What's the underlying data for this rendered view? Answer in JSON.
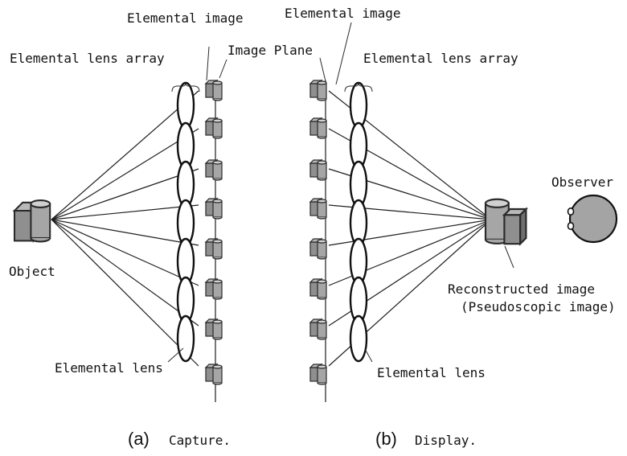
{
  "labels": {
    "capture_elemental_image": "Elemental image",
    "capture_lens_array": "Elemental lens array",
    "capture_image_plane": "Image Plane",
    "display_elemental_image": "Elemental image",
    "display_lens_array": "Elemental lens array",
    "observer": "Observer",
    "object": "Object",
    "capture_elemental_lens": "Elemental lens",
    "display_elemental_lens": "Elemental lens",
    "reconstructed_line1": "Reconstructed image",
    "reconstructed_line2": "(Pseudoscopic image)"
  },
  "captions": {
    "capture_marker": "(a)",
    "capture_word": "Capture.",
    "display_marker": "(b)",
    "display_word": "Display."
  },
  "colors": {
    "block_front": "#8f8f8f",
    "block_top": "#b9b9b9",
    "block_side": "#6f6f6f",
    "observer_fill": "#a4a4a4"
  },
  "icons": {
    "object": "object-cube-cylinder-icon",
    "elemental_image": "elemental-image-cube-cylinder-icon",
    "reconstructed": "reconstructed-image-cube-cylinder-icon",
    "observer": "observer-head-icon"
  }
}
